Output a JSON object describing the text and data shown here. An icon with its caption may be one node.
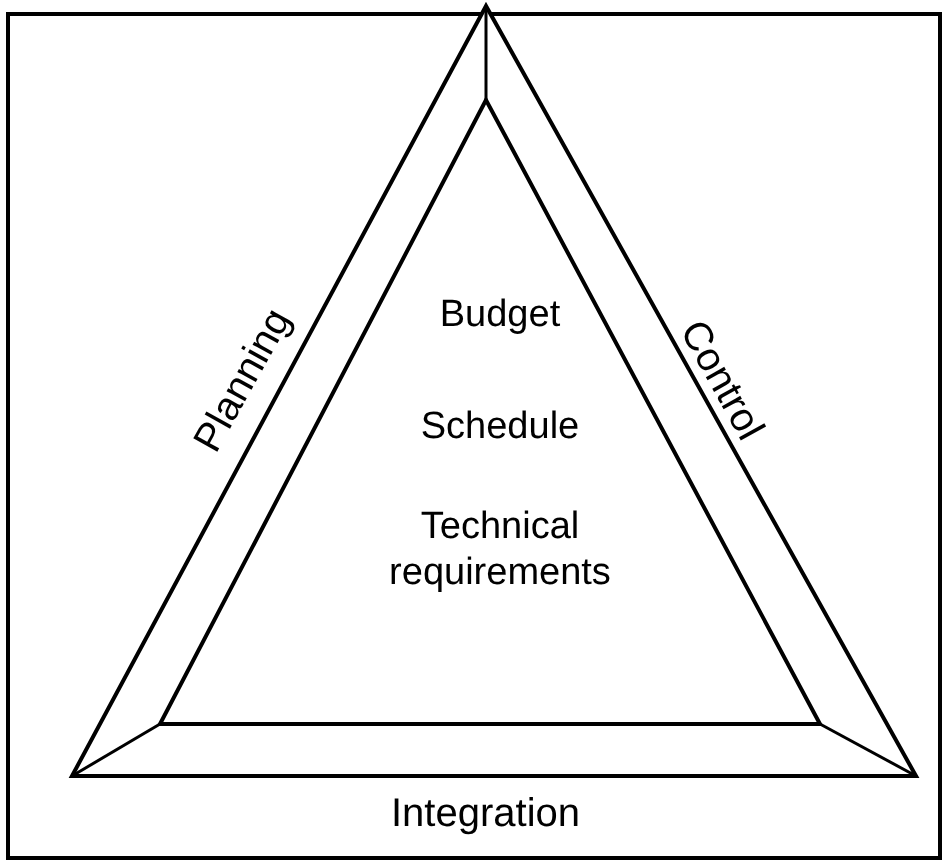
{
  "diagram": {
    "nodes": [
      {
        "text": [
          "Budget",
          "Schedule",
          "Technical requirements"
        ]
      }
    ],
    "edges": [],
    "labels": [
      "Planning",
      "Control",
      "Integration"
    ]
  }
}
